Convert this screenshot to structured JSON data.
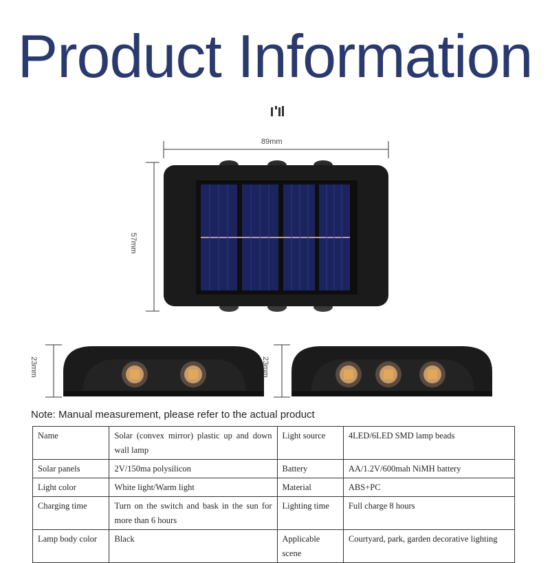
{
  "page": {
    "title": "Product Information",
    "note": "Note: Manual measurement, please refer to the actual product"
  },
  "dimensions": {
    "width": "89mm",
    "height": "57mm",
    "depth_left": "23mm",
    "depth_right": "23mm"
  },
  "colors": {
    "title": "#2b3a6e",
    "lamp_body": "#1b1b1b",
    "solar_cell": "#1c2460",
    "led_warm": "#d89a4a"
  },
  "spec_table": {
    "rows": [
      {
        "label": "Name",
        "value": "Solar (convex mirror) plastic up and down wall lamp",
        "label2": "Light source",
        "value2": "4LED/6LED SMD lamp beads"
      },
      {
        "label": "Solar panels",
        "value": "2V/150ma polysilicon",
        "label2": "Battery",
        "value2": "AA/1.2V/600mah NiMH battery"
      },
      {
        "label": "Light color",
        "value": "White light/Warm light",
        "label2": "Material",
        "value2": "ABS+PC"
      },
      {
        "label": "Charging time",
        "value": "Turn on the switch and bask in the sun for more than 6 hours",
        "label2": "Lighting time",
        "value2": "Full charge 8 hours"
      },
      {
        "label": "Lamp body color",
        "value": "Black",
        "label2": "Applicable scene",
        "value2": "Courtyard, park, garden decorative lighting"
      }
    ]
  }
}
